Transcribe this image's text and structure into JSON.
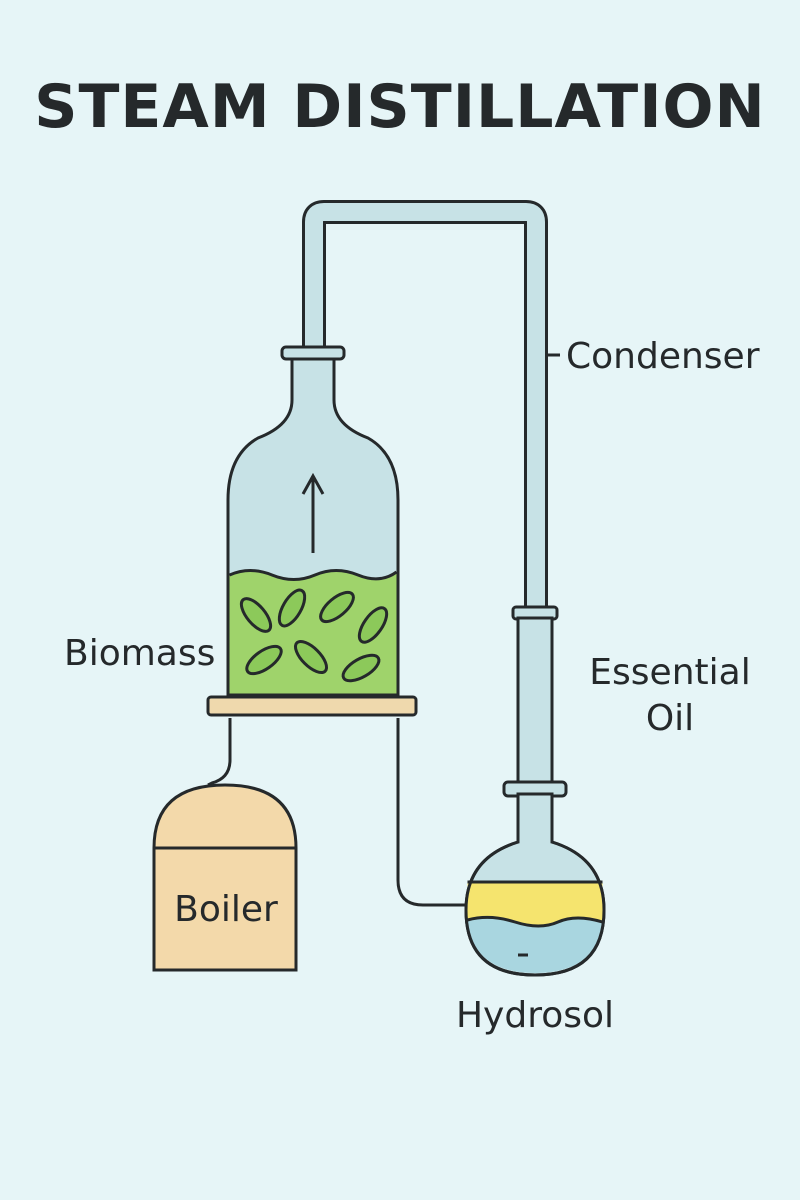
{
  "title": "STEAM DISTILLATION",
  "labels": {
    "condenser": "Condenser",
    "biomass": "Biomass",
    "essential_oil_line1": "Essential",
    "essential_oil_line2": "Oil",
    "boiler": "Boiler",
    "hydrosol": "Hydrosol"
  },
  "colors": {
    "background": "#e6f5f7",
    "glass": "#c7e2e6",
    "biomass_liquid": "#9fd36b",
    "leaf": "#8cc95a",
    "boiler": "#f3d9aa",
    "platform": "#efd9ad",
    "essential_oil": "#f5e46e",
    "hydrosol": "#a9d6e0",
    "outline": "#25292b"
  }
}
